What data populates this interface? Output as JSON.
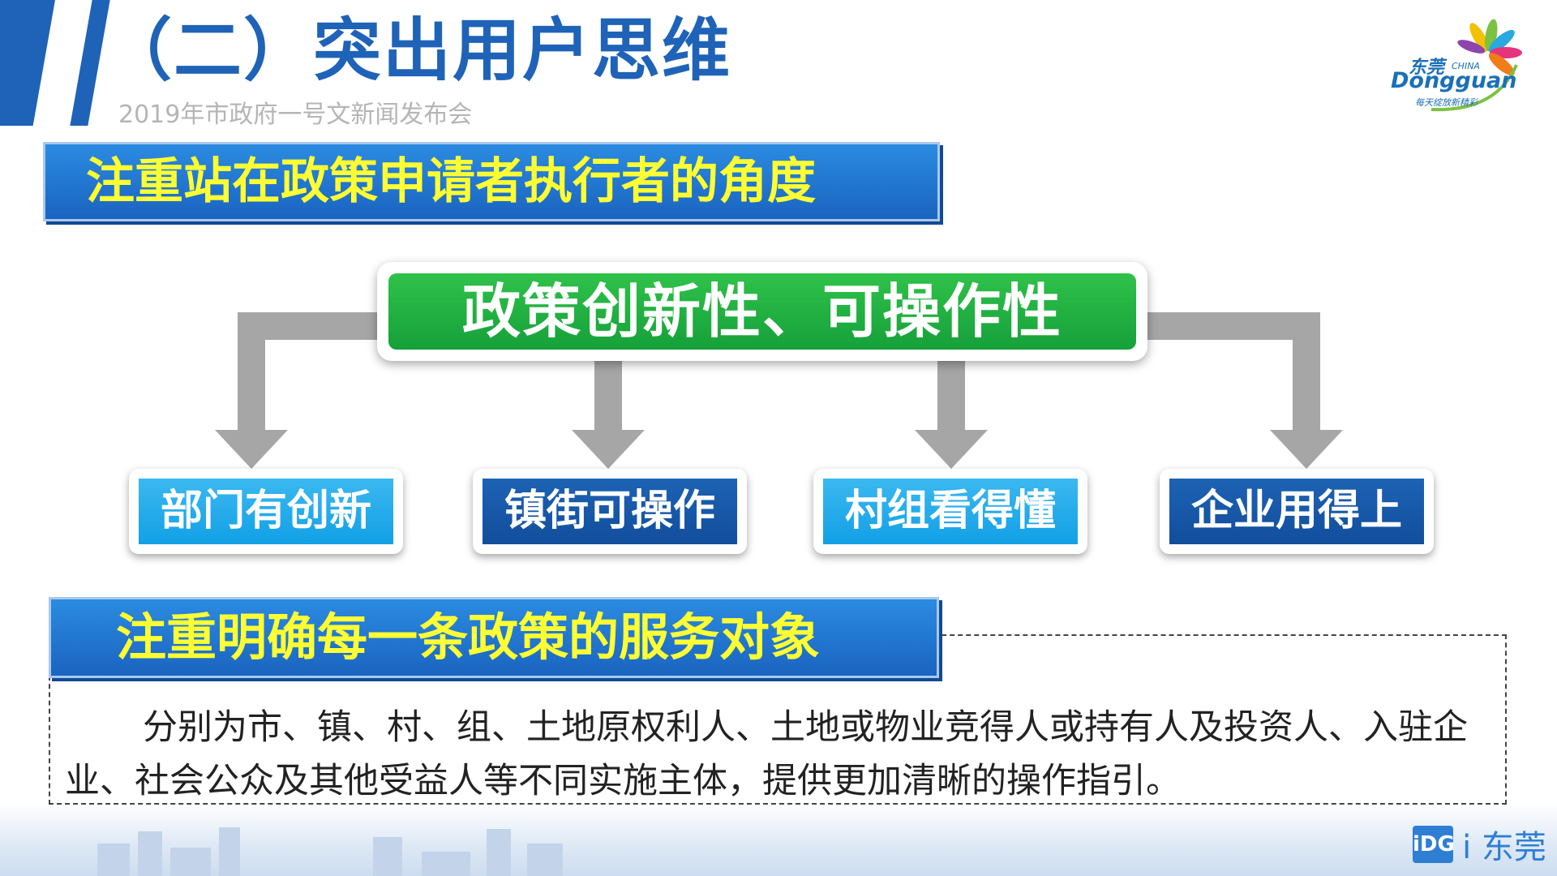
{
  "header": {
    "title": "（二）突出用户思维",
    "subtitle": "2019年市政府一号文新闻发布会"
  },
  "logo": {
    "cn": "东莞",
    "china": "CHINA",
    "en": "Dongguan",
    "slogan": "每天绽放新精彩"
  },
  "section1": {
    "banner": "注重站在政策申请者执行者的角度",
    "center": "政策创新性、可操作性",
    "items": [
      {
        "label": "部门有创新",
        "style": "light"
      },
      {
        "label": "镇街可操作",
        "style": "dark"
      },
      {
        "label": "村组看得懂",
        "style": "light"
      },
      {
        "label": "企业用得上",
        "style": "dark"
      }
    ]
  },
  "section2": {
    "banner": "注重明确每一条政策的服务对象",
    "body": "分别为市、镇、村、组、土地原权利人、土地或物业竞得人或持有人及投资人、入驻企业、社会公众及其他受益人等不同实施主体，提供更加清晰的操作指引。"
  },
  "footer": {
    "mark": "iDG",
    "text": "i 东莞"
  },
  "colors": {
    "primary_blue": "#1f63b8",
    "banner_text": "#ffff33",
    "center_green": "#16a03a",
    "light_blue": "#12a0e6",
    "arrow_gray": "#a6a6a6"
  }
}
